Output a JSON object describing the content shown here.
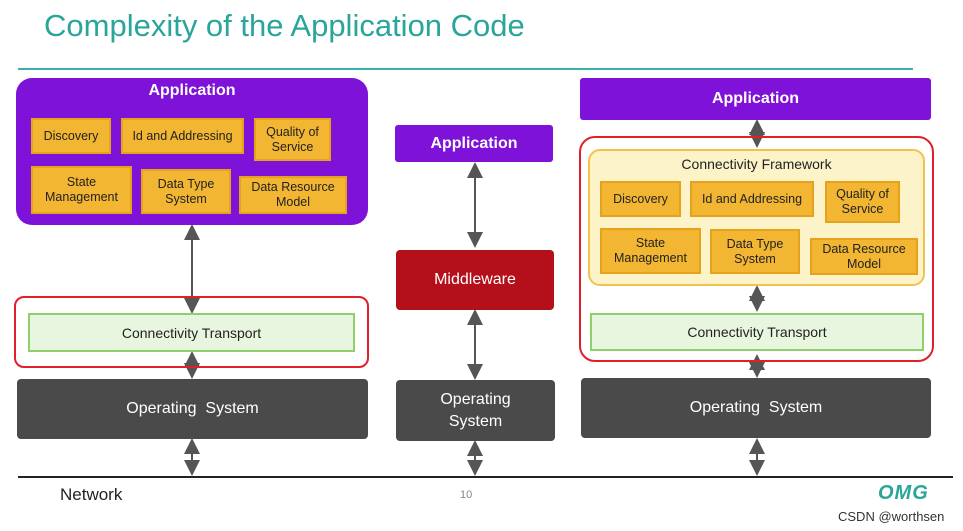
{
  "title": "Complexity of the Application Code",
  "network_label": "Network",
  "page_number": "10",
  "watermark": "CSDN @worthsen",
  "logo_text": "OMG",
  "left": {
    "application": "Application",
    "boxes": [
      "Discovery",
      "Id and Addressing",
      "Quality of Service",
      "State Management",
      "Data Type System",
      "Data Resource Model"
    ],
    "transport": "Connectivity Transport",
    "os": "Operating  System"
  },
  "middle": {
    "application": "Application",
    "middleware": "Middleware",
    "os_line1": "Operating",
    "os_line2": "System"
  },
  "right": {
    "application": "Application",
    "framework": "Connectivity Framework",
    "boxes": [
      "Discovery",
      "Id and Addressing",
      "Quality of Service",
      "State Management",
      "Data Type System",
      "Data Resource Model"
    ],
    "transport": "Connectivity Transport",
    "os": "Operating  System"
  },
  "colors": {
    "title": "#2aa59a",
    "application": "#7e12d8",
    "component": "#f2b632",
    "transport": "#e9f6df",
    "highlight_frame": "#e11f2b",
    "middleware": "#b3101b",
    "os": "#4a4a4a"
  }
}
